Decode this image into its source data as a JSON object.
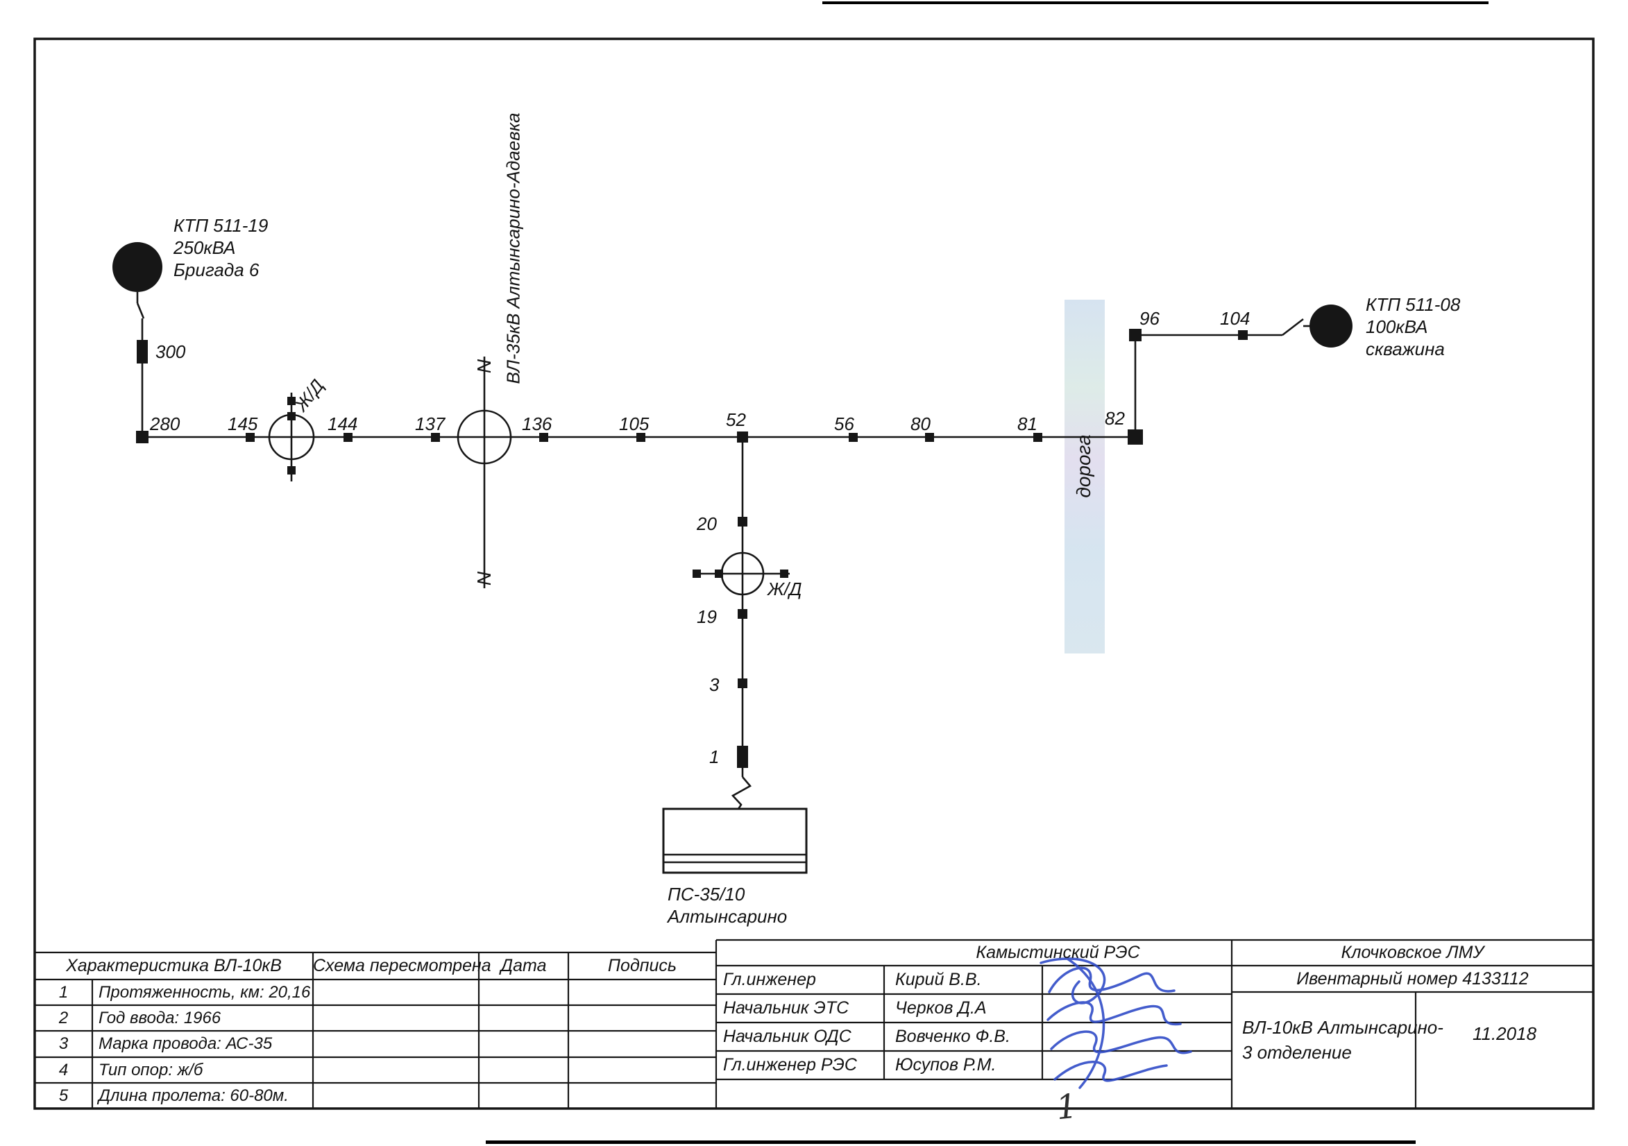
{
  "diagram": {
    "ktp_left": {
      "name": "КТП 511-19",
      "power": "250кВА",
      "consumer": "Бригада 6"
    },
    "ktp_right": {
      "name": "КТП 511-08",
      "power": "100кВА",
      "consumer": "скважина"
    },
    "feeder_pole": "300",
    "main_poles": [
      "280",
      "145",
      "144",
      "137",
      "136",
      "105",
      "52",
      "56",
      "80",
      "81",
      "82"
    ],
    "right_poles": [
      "96",
      "104"
    ],
    "branch_poles": [
      "20",
      "19",
      "3",
      "1"
    ],
    "crossing_35kv": {
      "label": "ВЛ-35кВ Алтынсарино-Адаевка",
      "arrow": "N"
    },
    "railway_label": "Ж/Д",
    "road_label": "дорога",
    "substation": {
      "line1": "ПС-35/10",
      "line2": "Алтынсарино"
    }
  },
  "title_block": {
    "characteristics": {
      "header": {
        "title": "Характеристика ВЛ-10кВ",
        "revised": "Схема пересмотрена",
        "date": "Дата",
        "signature": "Подпись"
      },
      "rows": [
        {
          "num": "1",
          "text": "Протяженность, км: 20,16"
        },
        {
          "num": "2",
          "text": "Год ввода: 1966"
        },
        {
          "num": "3",
          "text": "Марка провода: АС-35"
        },
        {
          "num": "4",
          "text": "Тип опор: ж/б"
        },
        {
          "num": "5",
          "text": "Длина пролета: 60-80м."
        }
      ]
    },
    "res": {
      "header": "Камыстинский РЭС",
      "rows": [
        {
          "position": "Гл.инженер",
          "name": "Кирий В.В."
        },
        {
          "position": "Начальник ЭТС",
          "name": "Черков Д.А"
        },
        {
          "position": "Начальник ОДС",
          "name": "Вовченко Ф.В."
        },
        {
          "position": "Гл.инженер РЭС",
          "name": "Юсупов Р.М."
        }
      ]
    },
    "lmu": {
      "header": "Клочковское ЛМУ",
      "inventory": "Ивентарный номер 4133112",
      "line_title_1": "ВЛ-10кВ Алтынсарино-",
      "line_title_2": "3 отделение",
      "date": "11.2018"
    }
  },
  "page_number": "1"
}
